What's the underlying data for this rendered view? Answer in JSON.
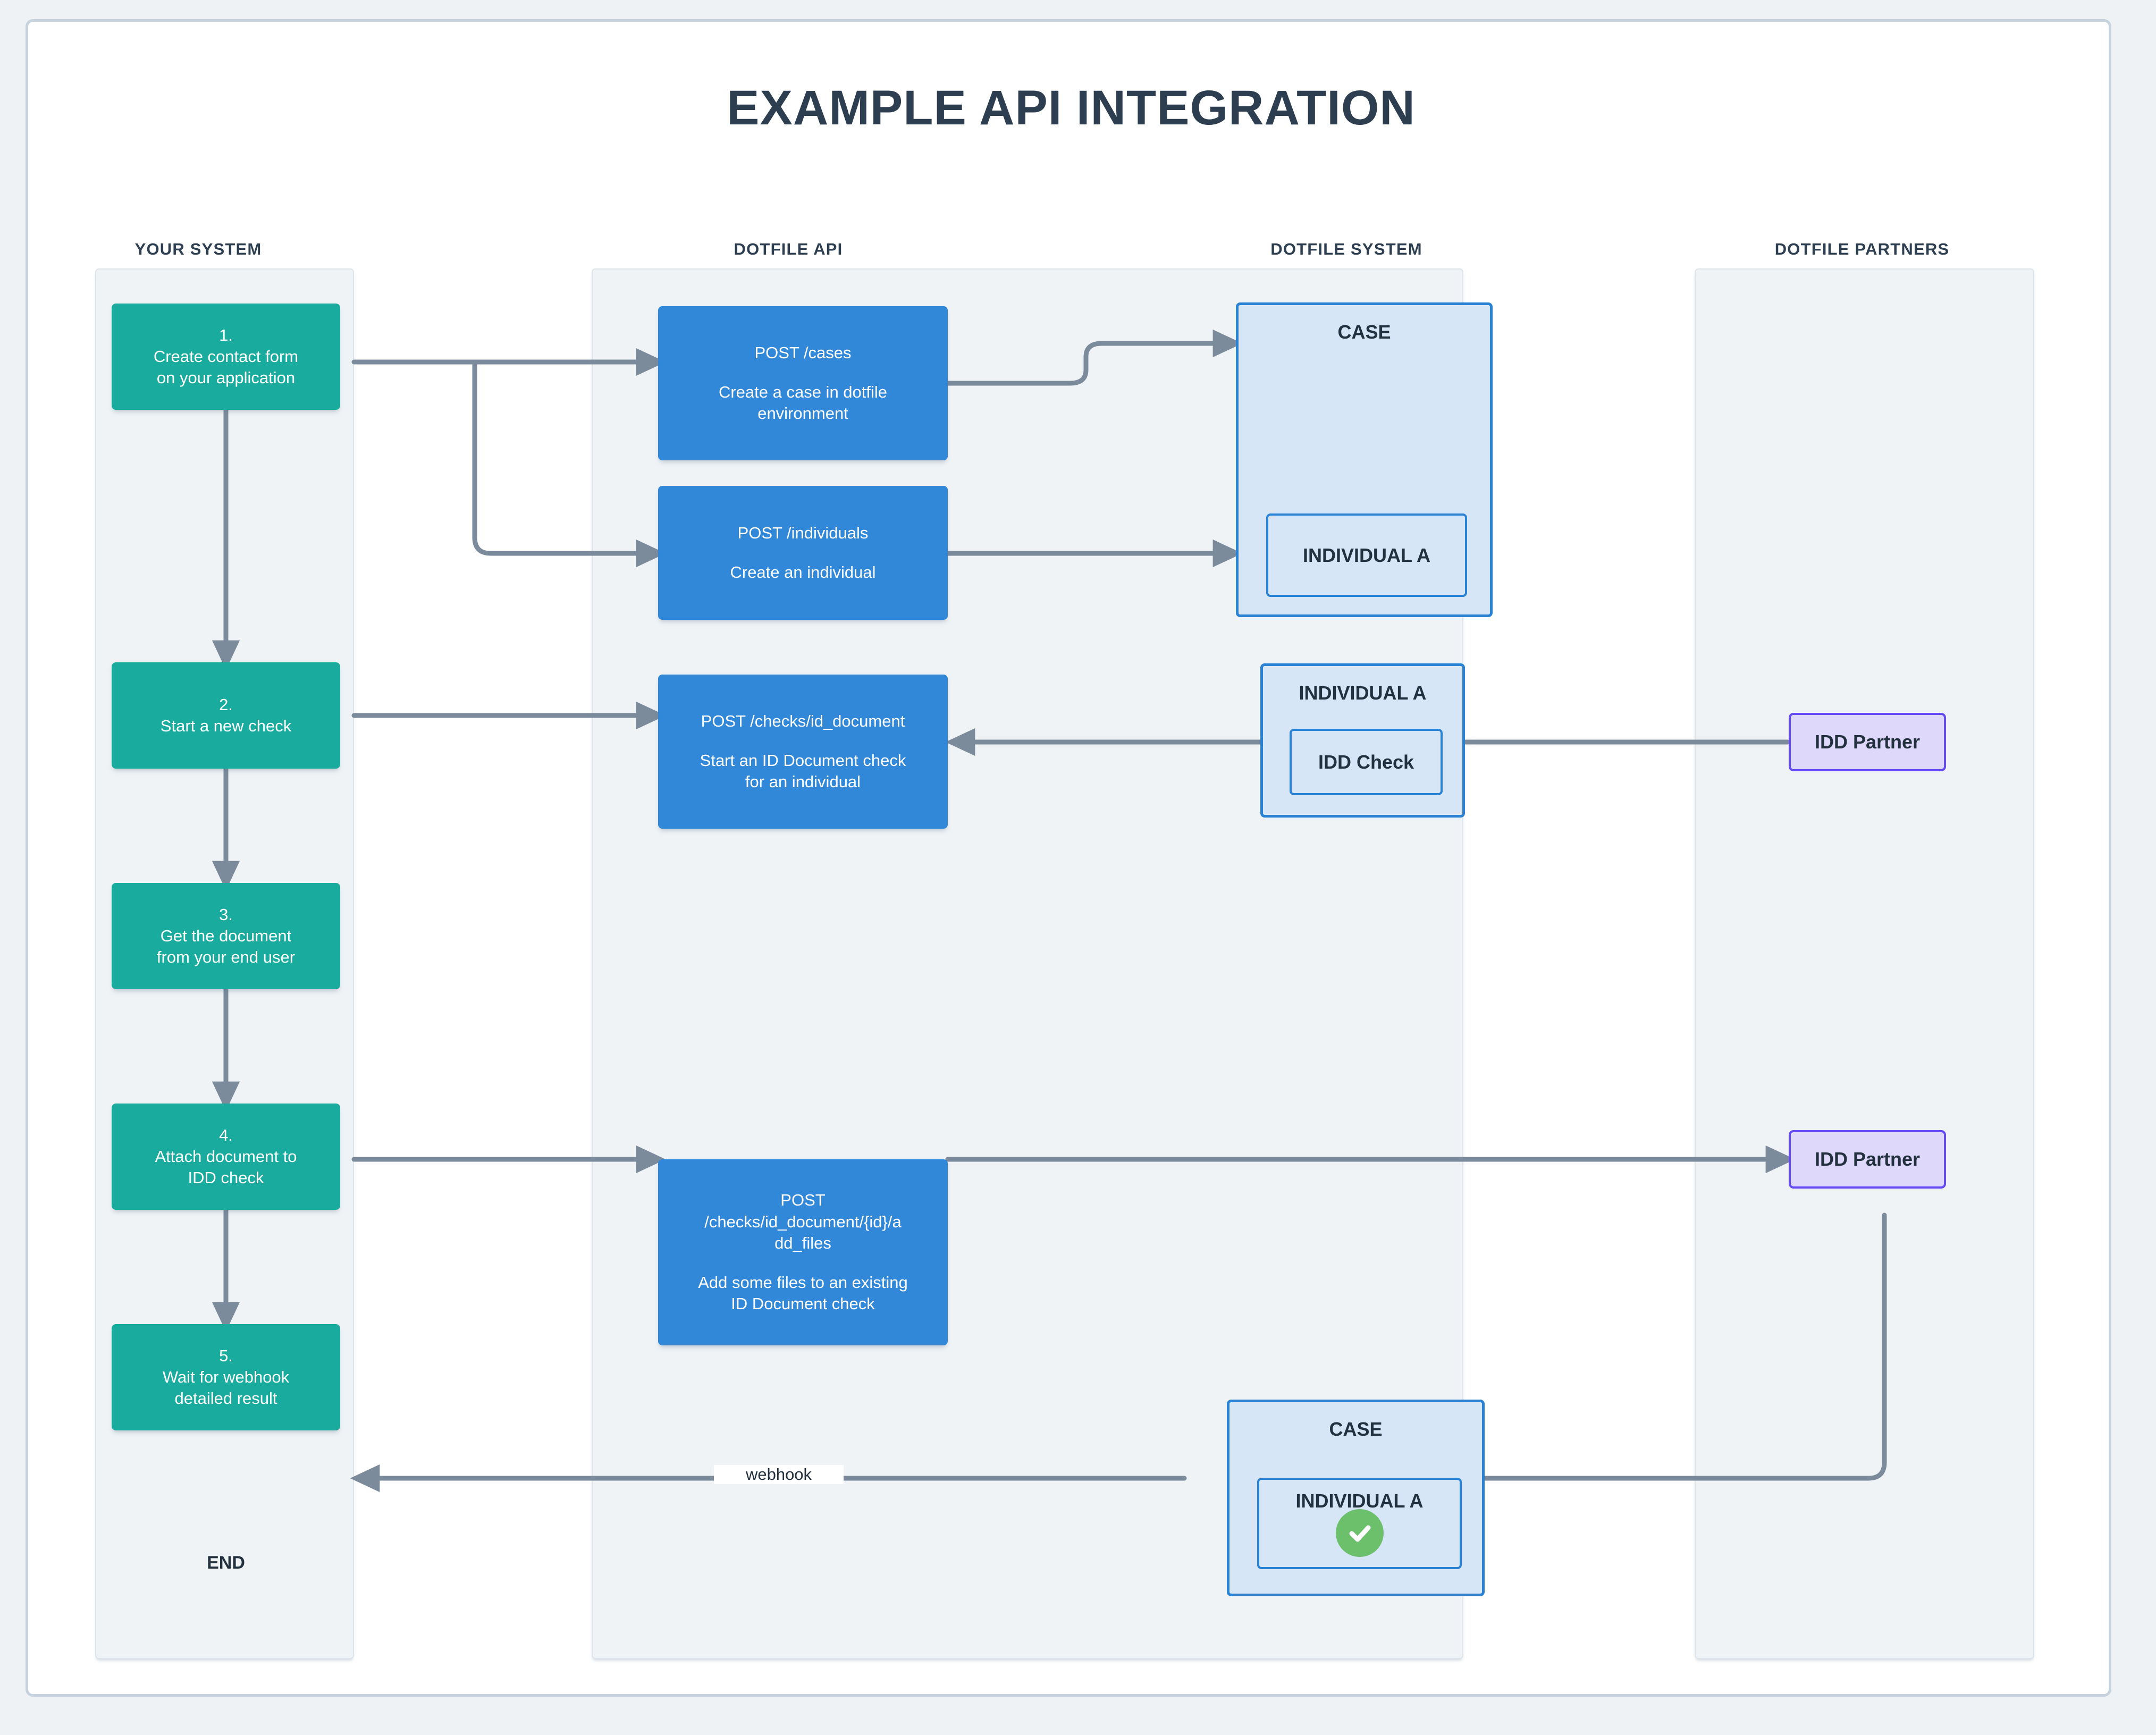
{
  "title": "EXAMPLE API INTEGRATION",
  "lanes": [
    {
      "id": "your-system",
      "label": "YOUR SYSTEM"
    },
    {
      "id": "dotfile-api",
      "label": "DOTFILE API"
    },
    {
      "id": "dotfile-system",
      "label": "DOTFILE SYSTEM"
    },
    {
      "id": "dotfile-partners",
      "label": "DOTFILE PARTNERS"
    }
  ],
  "steps": [
    {
      "num": "1.",
      "l1": "Create contact form",
      "l2": "on your application"
    },
    {
      "num": "2.",
      "l1": "Start a new check",
      "l2": ""
    },
    {
      "num": "3.",
      "l1": "Get the document",
      "l2": "from your end user"
    },
    {
      "num": "4.",
      "l1": "Attach document to",
      "l2": "IDD check"
    },
    {
      "num": "5.",
      "l1": "Wait for webhook",
      "l2": "detailed result"
    }
  ],
  "end_label": "END",
  "api_calls": [
    {
      "endpoint": "POST /cases",
      "d1": "Create a case in dotfile",
      "d2": "environment"
    },
    {
      "endpoint": "POST /individuals",
      "d1": "Create an individual",
      "d2": ""
    },
    {
      "endpoint": "POST /checks/id_document",
      "d1": "Start an ID Document check",
      "d2": "for an individual"
    },
    {
      "endpoint": "POST",
      "endpoint2": "/checks/id_document/{id}/a",
      "endpoint3": "dd_files",
      "d1": "Add some files to an existing",
      "d2": "ID Document check"
    }
  ],
  "entities": {
    "case_top": {
      "title": "CASE",
      "child": "INDIVIDUAL A"
    },
    "individual_check": {
      "title": "INDIVIDUAL A",
      "child": "IDD Check"
    },
    "case_bottom": {
      "title": "CASE",
      "child": "INDIVIDUAL A",
      "status_icon": "check-circle-icon"
    }
  },
  "partners": [
    {
      "label": "IDD Partner"
    },
    {
      "label": "IDD Partner"
    }
  ],
  "edge_labels": {
    "webhook": "webhook"
  },
  "colors": {
    "title": "#2c3e50",
    "step": "#19ab9e",
    "api": "#3187d8",
    "entity_fill": "#d6e6f7",
    "entity_border": "#2a82d4",
    "partner_fill": "#ded9fb",
    "partner_border": "#6449f5",
    "connector": "#7b8b9c",
    "success": "#6cc06c",
    "lane_fill": "#eff3f6",
    "page_bg": "#eef2f5"
  }
}
